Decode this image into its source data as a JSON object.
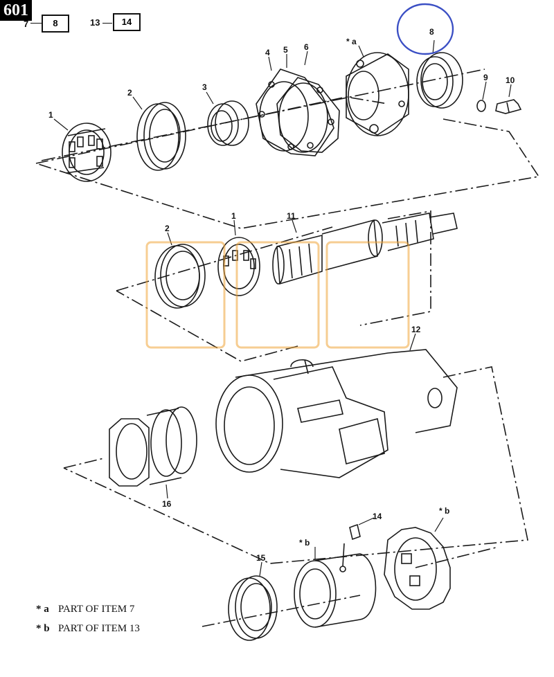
{
  "page_number": "601",
  "references": [
    {
      "from": "7",
      "to": "8"
    },
    {
      "from": "13",
      "to": "14"
    }
  ],
  "callouts": {
    "c1a": "1",
    "c2a": "2",
    "c3": "3",
    "c4": "4",
    "c5": "5",
    "c6": "6",
    "ca": "* a",
    "c8": "8",
    "c9": "9",
    "c10": "10",
    "c2b": "2",
    "c1b": "1",
    "c11": "11",
    "c12": "12",
    "c16": "16",
    "c14": "14",
    "cb1": "* b",
    "cb2": "* b",
    "c15": "15"
  },
  "legend": [
    {
      "mark": "* a",
      "text": "PART OF ITEM 7"
    },
    {
      "mark": "* b",
      "text": "PART OF ITEM 13"
    }
  ],
  "colors": {
    "line": "#1a1a1a",
    "highlight_circle": "#3b4fc4",
    "watermark": "#f0a53a"
  }
}
